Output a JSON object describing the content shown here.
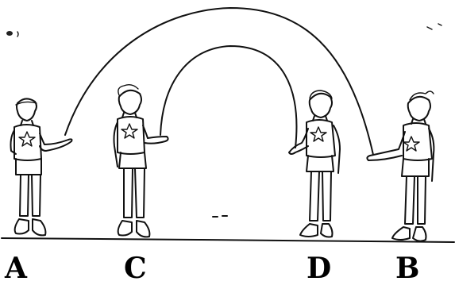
{
  "labels": {
    "a": "A",
    "c": "C",
    "d": "D",
    "b": "B"
  }
}
